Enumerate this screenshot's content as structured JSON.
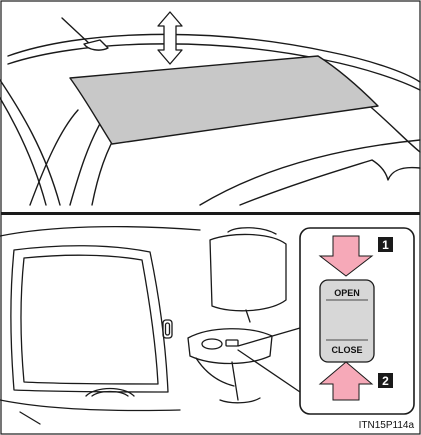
{
  "colors": {
    "glass_panel": "#c8c8c8",
    "arrow_pink": "#f6a9b8",
    "badge": "#1a1a1a",
    "switch_panel": "#d7d7d7",
    "line": "#1a1a1a"
  },
  "callouts": {
    "badge_1": "1",
    "badge_2": "2"
  },
  "switch": {
    "open_label": "OPEN",
    "close_label": "CLOSE"
  },
  "figure_code": "ITN15P114a"
}
